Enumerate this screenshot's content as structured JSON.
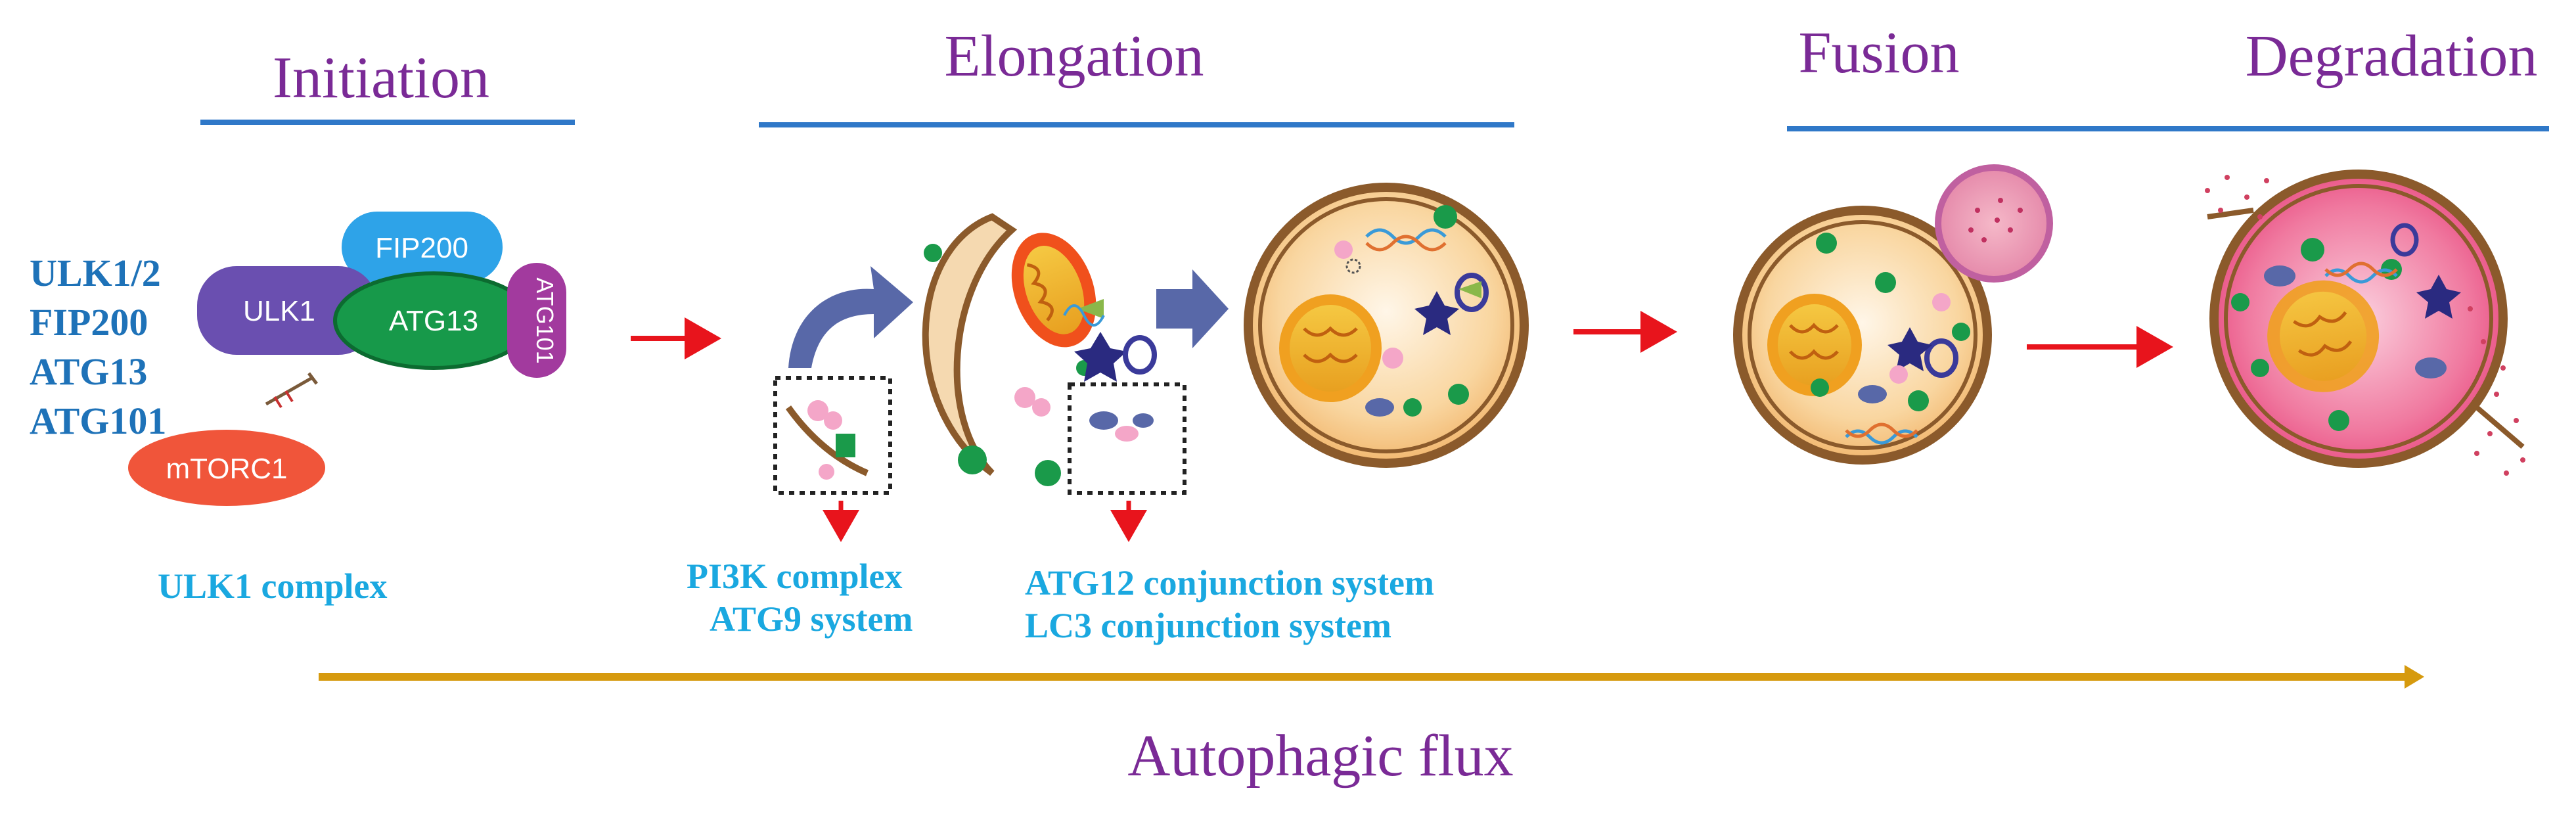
{
  "stages": [
    {
      "id": "initiation",
      "title": "Initiation"
    },
    {
      "id": "elongation",
      "title": "Elongation"
    },
    {
      "id": "fusion",
      "title": "Fusion"
    },
    {
      "id": "degradation",
      "title": "Degradation"
    }
  ],
  "components": [
    "ULK1/2",
    "FIP200",
    "ATG13",
    "ATG101"
  ],
  "complex_pills": {
    "ulk1": "ULK1",
    "fip200": "FIP200",
    "atg13": "ATG13",
    "atg101": "ATG101",
    "mtorc1": "mTORC1"
  },
  "labels": {
    "ulk1_complex": "ULK1 complex",
    "pi3k_complex": "PI3K complex",
    "atg9_system": "ATG9 system",
    "atg12_system": "ATG12 conjunction system",
    "lc3_system": "LC3 conjunction system"
  },
  "flux_label": "Autophagic flux",
  "colors": {
    "title": "#7a2a96",
    "stage_line": "#2f78c8",
    "component_text": "#1e72b8",
    "system_text": "#1aa8e0",
    "red_arrow": "#e8141c",
    "flux_arrow": "#d69a0e",
    "membrane": "#8b5a2b"
  }
}
